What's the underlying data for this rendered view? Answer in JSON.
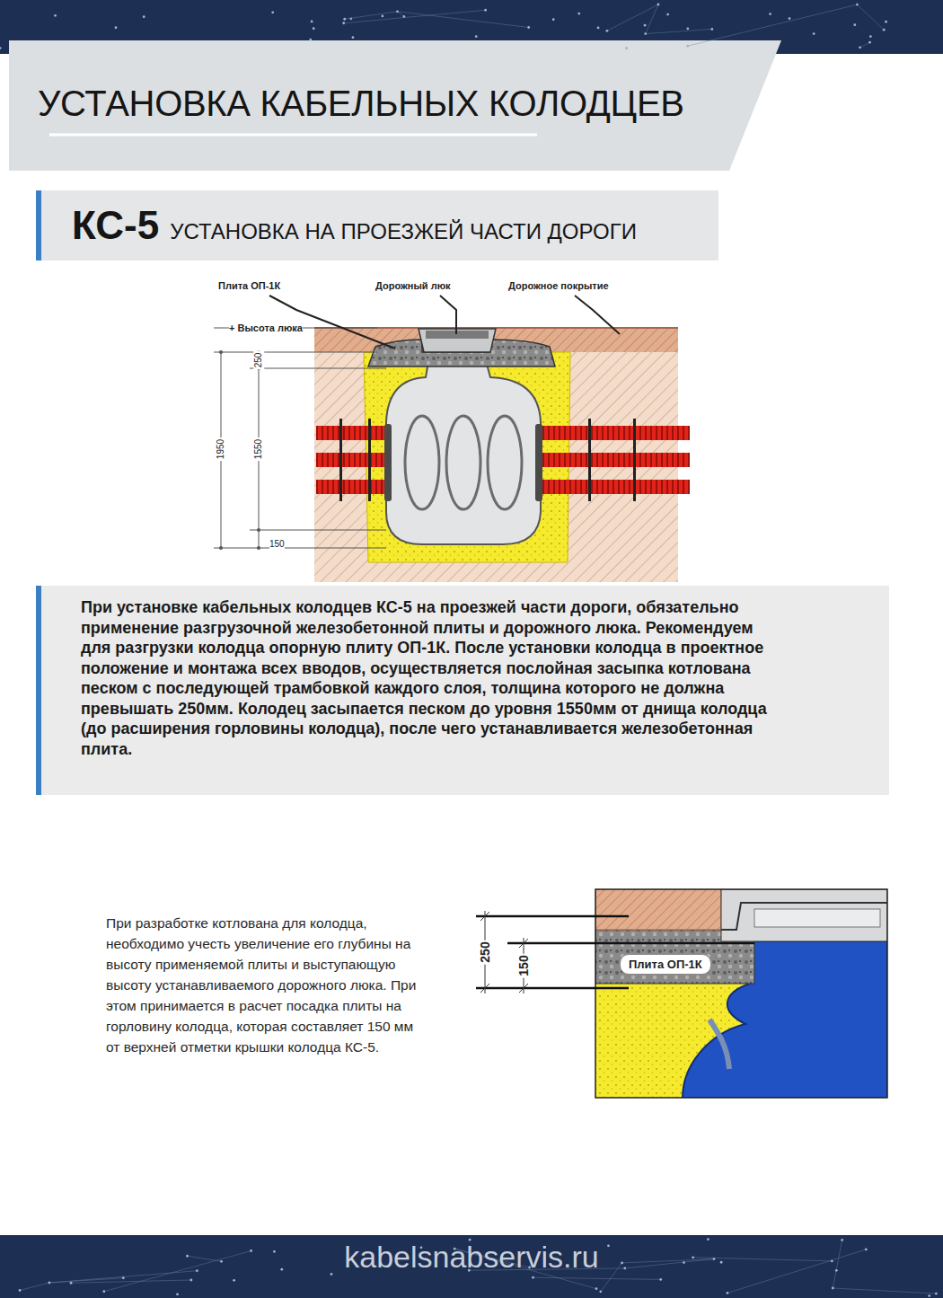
{
  "diagram": {
    "title": "УСТАНОВКА КАБЕЛЬНЫХ КОЛОДЦЕВ",
    "nodes": [
      {
        "text": [
          "КС-5",
          "УСТАНОВКА НА ПРОЕЗЖЕЙ ЧАСТИ ДОРОГИ"
        ]
      },
      {
        "text": [
          "При установке кабельных колодцев КС-5 на проезжей части дороги, обязательно применение разгрузочной железобетонной плиты и дорожного люка. Рекомендуем для разгрузки колодца опорную плиту ОП-1К. После установки колодца в проектное положение и монтажа всех вводов, осуществляется послойная засыпка котлована песком с последующей трамбовкой каждого слоя, толщина которого не должна превышать 250мм. Колодец засыпается песком до уровня 1550мм от днища колодца (до расширения горловины колодца), после чего устанавливается железобетонная плита."
        ]
      },
      {
        "text": [
          "Плита ОП-1К"
        ]
      }
    ],
    "labels": [
      "Плита ОП-1К",
      "Дорожный люк",
      "Дорожное покрытие",
      "+ Высота люка",
      "250",
      "1550",
      "1950",
      "150",
      "При разработке котлована для колодца, необходимо учесть увеличение его глубины на высоту применяемой плиты и выступающую высоту устанавливаемого дорожного люка. При этом принимается в расчет посадка плиты на горловину колодца, которая составляет 150 мм от верхней отметки крышки колодца КС-5.",
      "250",
      "150",
      "kabelsnabservis.ru"
    ]
  }
}
